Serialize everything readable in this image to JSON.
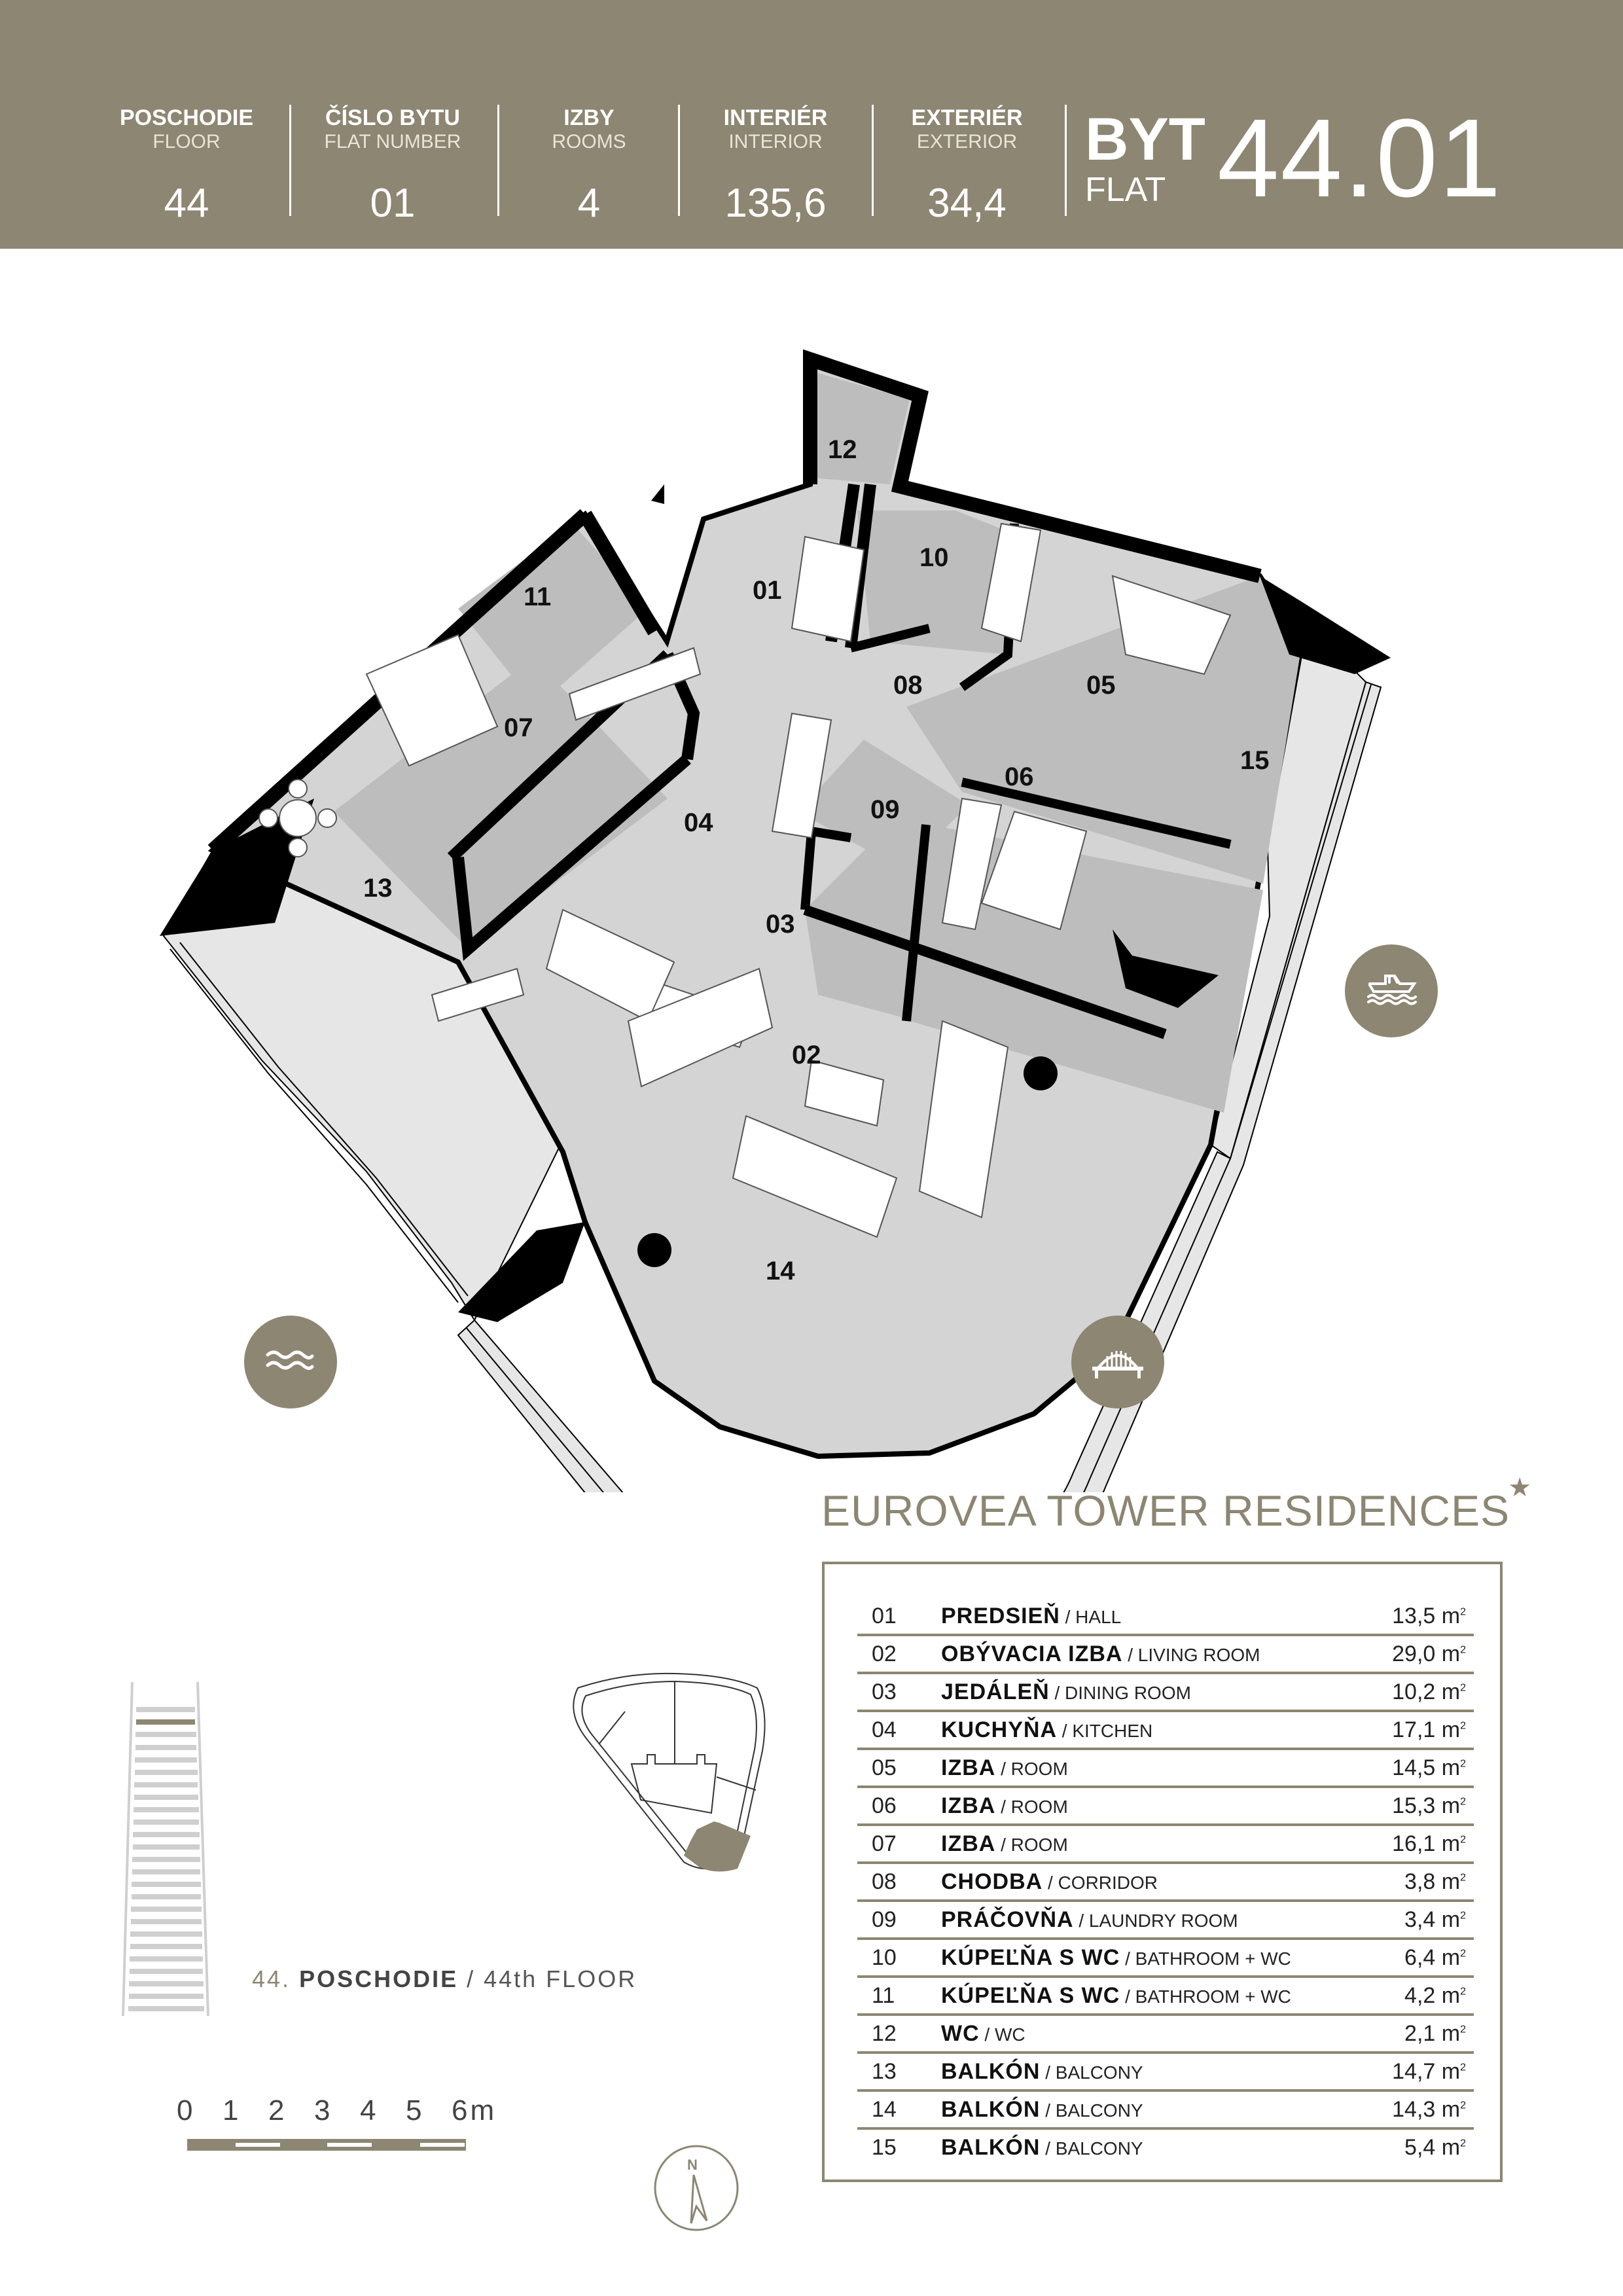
{
  "header": {
    "stats": [
      {
        "label_sk": "POSCHODIE",
        "label_en": "FLOOR",
        "value": "44"
      },
      {
        "label_sk": "ČÍSLO BYTU",
        "label_en": "FLAT NUMBER",
        "value": "01"
      },
      {
        "label_sk": "IZBY",
        "label_en": "ROOMS",
        "value": "4"
      },
      {
        "label_sk": "INTERIÉR",
        "label_en": "INTERIOR",
        "value": "135,6"
      },
      {
        "label_sk": "EXTERIÉR",
        "label_en": "EXTERIOR",
        "value": "34,4"
      }
    ],
    "flat_label_sk": "BYT",
    "flat_label_en": "FLAT",
    "flat_number": "44.01"
  },
  "plan": {
    "room_labels": [
      "01",
      "02",
      "03",
      "04",
      "05",
      "06",
      "07",
      "08",
      "09",
      "10",
      "11",
      "12",
      "13",
      "14",
      "15"
    ],
    "views": [
      {
        "icon": "boat-icon",
        "name": "river-boat-view"
      },
      {
        "icon": "waves-icon",
        "name": "water-view"
      },
      {
        "icon": "bridge-icon",
        "name": "bridge-view"
      }
    ]
  },
  "brand": {
    "name_bold": "EUROVEA TOWER",
    "name_light": " RESIDENCES",
    "star": "★"
  },
  "legend": {
    "rows": [
      {
        "no": "01",
        "sk": "PREDSIEŇ",
        "en": "HALL",
        "area": "13,5",
        "unit": "m",
        "exp": "2"
      },
      {
        "no": "02",
        "sk": "OBÝVACIA IZBA",
        "en": "LIVING ROOM",
        "area": "29,0",
        "unit": "m",
        "exp": "2"
      },
      {
        "no": "03",
        "sk": "JEDÁLEŇ",
        "en": "DINING ROOM",
        "area": "10,2",
        "unit": "m",
        "exp": "2"
      },
      {
        "no": "04",
        "sk": "KUCHYŇA",
        "en": "KITCHEN",
        "area": "17,1",
        "unit": "m",
        "exp": "2"
      },
      {
        "no": "05",
        "sk": "IZBA",
        "en": "ROOM",
        "area": "14,5",
        "unit": "m",
        "exp": "2"
      },
      {
        "no": "06",
        "sk": "IZBA",
        "en": "ROOM",
        "area": "15,3",
        "unit": "m",
        "exp": "2"
      },
      {
        "no": "07",
        "sk": "IZBA",
        "en": "ROOM",
        "area": "16,1",
        "unit": "m",
        "exp": "2"
      },
      {
        "no": "08",
        "sk": "CHODBA",
        "en": "CORRIDOR",
        "area": "3,8",
        "unit": "m",
        "exp": "2"
      },
      {
        "no": "09",
        "sk": "PRÁČOVŇA",
        "en": "LAUNDRY ROOM",
        "area": "3,4",
        "unit": "m",
        "exp": "2"
      },
      {
        "no": "10",
        "sk": "KÚPEĽŇA S WC",
        "en": "BATHROOM + WC",
        "area": "6,4",
        "unit": "m",
        "exp": "2"
      },
      {
        "no": "11",
        "sk": "KÚPEĽŇA S WC",
        "en": "BATHROOM + WC",
        "area": "4,2",
        "unit": "m",
        "exp": "2"
      },
      {
        "no": "12",
        "sk": "WC",
        "en": "WC",
        "area": "2,1",
        "unit": "m",
        "exp": "2"
      },
      {
        "no": "13",
        "sk": "BALKÓN",
        "en": "BALCONY",
        "area": "14,7",
        "unit": "m",
        "exp": "2"
      },
      {
        "no": "14",
        "sk": "BALKÓN",
        "en": "BALCONY",
        "area": "14,3",
        "unit": "m",
        "exp": "2"
      },
      {
        "no": "15",
        "sk": "BALKÓN",
        "en": "BALCONY",
        "area": "5,4",
        "unit": "m",
        "exp": "2"
      }
    ]
  },
  "floor_indicator": {
    "number": "44.",
    "sk": "POSCHODIE",
    "separator": " / ",
    "en": "44th FLOOR"
  },
  "scale": {
    "ticks": [
      "0",
      "1",
      "2",
      "3",
      "4",
      "5",
      "6m"
    ]
  },
  "compass": {
    "north_label": "N"
  },
  "colors": {
    "brand": "#8c8672",
    "wall": "#000000",
    "room": "#bdbdbd",
    "room_light": "#d4d4d4",
    "balcony": "#e6e6e6"
  }
}
